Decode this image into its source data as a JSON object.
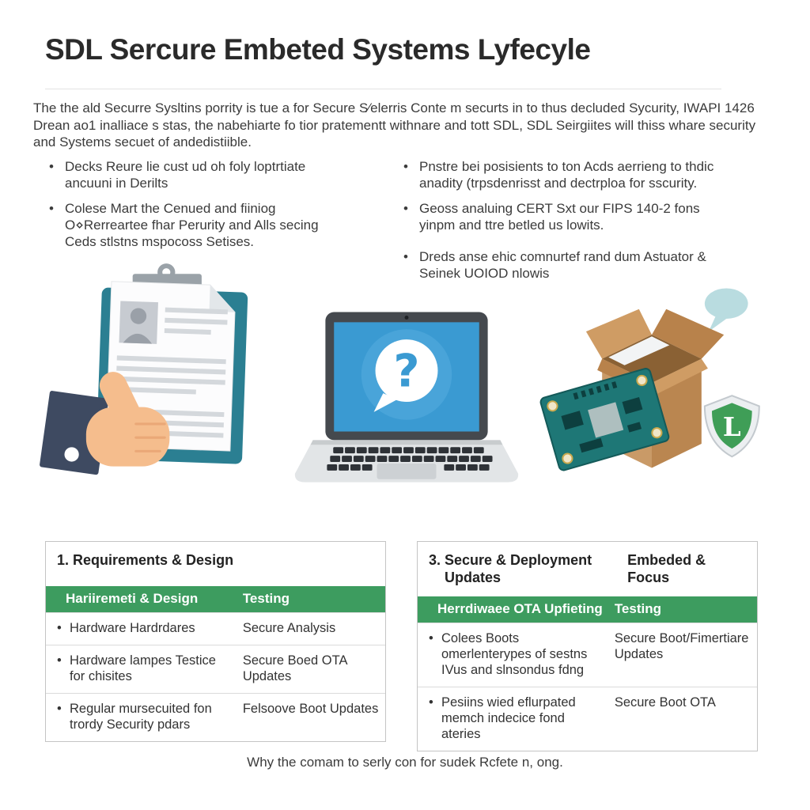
{
  "page": {
    "title": "SDL Sercure Embeted Systems Lyfecyle",
    "intro": "The the ald Securre Sysltins porrity is tue a for Secure S⁄elerris Conte m securts in to thus decluded Sycurity, IWAPI 1426 Drean ao1 inalliace s stas, the nabehiarte fo tior pratementt withnare and tott SDL, SDL Seirgiites will thiss whare security and Systems secuet of andedistiible.",
    "footer": "Why the comam to serly con for sudek Rcfete n, ong."
  },
  "bullets": {
    "left": [
      "Decks Reure lie cust ud oh foly loptrtiate ancuuni in Derilts",
      "Colese Mart the Cenued and fiiniog O⋄Rerreartee fhar Perurity and Alls secing Ceds stlstns mspocoss Setises."
    ],
    "right": [
      "Pnstre bei  posisients to ton Acds aerrieng to thdic anadity (trpsdenrisst and dectrploa for sscurity.",
      "Geoss analuing CERT Sxt our FIPS 140-2 fons yinpm and ttre betled us lowits.",
      "Dreds anse ehic comnurtef rand dum Astuator & Seinek UOIOD nlowis"
    ]
  },
  "illustrations": {
    "left": "clipboard-approved-document-thumbs-up",
    "center": "laptop-question-speech-bubble",
    "right": "open-box-circuit-board-shield"
  },
  "tables": {
    "left": {
      "title": "1. Requirements & Design",
      "headers": [
        "Hariiremeti & Design",
        "Testing"
      ],
      "rows": [
        [
          "Hardware Hardrdares",
          "Secure Analysis"
        ],
        [
          "Hardware lampes Testice for chisites",
          "Secure Boed OTA Updates"
        ],
        [
          "Regular mursecuited fon trordy Security pdars",
          "Felsoove Boot Updates"
        ]
      ]
    },
    "right": {
      "title": "3. Secure & Deployment Updates",
      "title2": "Embeded & Focus",
      "headers": [
        "Herrdiwaee OTA Upfieting",
        "Testing"
      ],
      "rows": [
        [
          "Colees Boots omerlenterypes of sestns IVus and slnsondus fdng",
          "Secure Boot/Fimertiare Updates"
        ],
        [
          "Pesiins wied eflurpated memch indecice fond ateries",
          "Secure Boot OTA"
        ]
      ]
    }
  },
  "colors": {
    "table_header_green": "#3d9c5f",
    "shield_green": "#3f9e57",
    "screen_blue": "#3a9ad2",
    "clipboard_teal": "#2b7f92",
    "pcb_teal": "#1e7776",
    "box_tan": "#c99a67",
    "sleeve_navy": "#3e4a61",
    "skin": "#f5bd8d",
    "bubble_blue": "#b9dce0"
  }
}
